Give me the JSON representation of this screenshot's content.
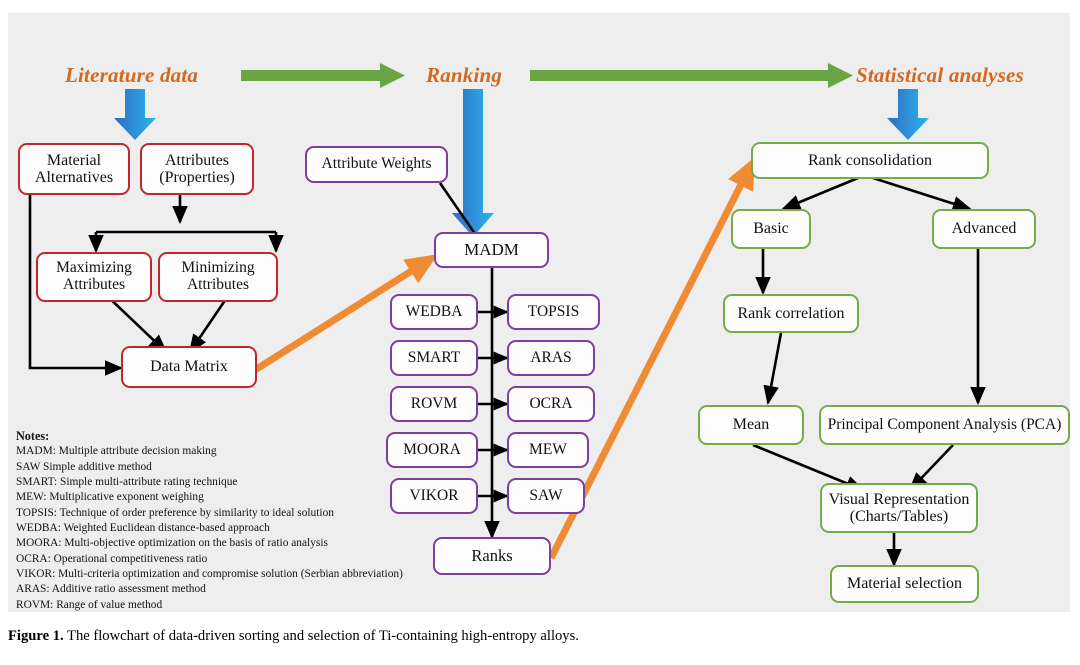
{
  "figure": {
    "caption_label": "Figure 1.",
    "caption_text": " The flowchart of data-driven sorting and selection of Ti-containing high-entropy alloys."
  },
  "colors": {
    "background": "#eeeeee",
    "phase_title": "#d2691e",
    "red_border": "#c0272d",
    "purple_border": "#7b3fa0",
    "green_border": "#76ab49",
    "green_arrow": "#6aa544",
    "blue_arrow": "#2e86d0",
    "orange_arrow": "#ee8b33",
    "black_connector": "#000000"
  },
  "phases": [
    {
      "id": "literature",
      "label": "Literature data"
    },
    {
      "id": "ranking",
      "label": "Ranking"
    },
    {
      "id": "statistical",
      "label": "Statistical analyses"
    }
  ],
  "left_column": {
    "nodes": [
      {
        "id": "material-alternatives",
        "label": "Material\nAlternatives"
      },
      {
        "id": "attributes-properties",
        "label": "Attributes\n(Properties)"
      },
      {
        "id": "maximizing-attributes",
        "label": "Maximizing\nAttributes"
      },
      {
        "id": "minimizing-attributes",
        "label": "Minimizing\nAttributes"
      },
      {
        "id": "data-matrix",
        "label": "Data Matrix"
      }
    ]
  },
  "middle_column": {
    "nodes": [
      {
        "id": "attribute-weights",
        "label": "Attribute Weights"
      },
      {
        "id": "madm",
        "label": "MADM"
      },
      {
        "id": "ranks",
        "label": "Ranks"
      }
    ],
    "method_rows": [
      {
        "left": "WEDBA",
        "right": "TOPSIS"
      },
      {
        "left": "SMART",
        "right": "ARAS"
      },
      {
        "left": "ROVM",
        "right": "OCRA"
      },
      {
        "left": "MOORA",
        "right": "MEW"
      },
      {
        "left": "VIKOR",
        "right": "SAW"
      }
    ]
  },
  "right_column": {
    "nodes": [
      {
        "id": "rank-consolidation",
        "label": "Rank consolidation"
      },
      {
        "id": "basic",
        "label": "Basic"
      },
      {
        "id": "advanced",
        "label": "Advanced"
      },
      {
        "id": "rank-correlation",
        "label": "Rank correlation"
      },
      {
        "id": "mean",
        "label": "Mean"
      },
      {
        "id": "pca",
        "label": "Principal Component Analysis (PCA)"
      },
      {
        "id": "visual-representation",
        "label": "Visual Representation\n(Charts/Tables)"
      },
      {
        "id": "material-selection",
        "label": "Material selection"
      }
    ]
  },
  "notes": {
    "heading": "Notes:",
    "lines": [
      "MADM: Multiple  attribute decision making",
      "SAW Simple  additive  method",
      "SMART: Simple  multi-attribute  rating technique",
      "MEW: Multiplicative   exponent weighing",
      "TOPSIS: Technique of order preference by similarity  to ideal  solution",
      "WEDBA: Weighted Euclidean  distance-based approach",
      "MOORA: Multi-objective  optimization  on the basis of ratio analysis",
      "OCRA: Operational competitiveness ratio",
      "VIKOR: Multi-criteria  optimization  and compromise solution  (Serbian abbreviation)",
      "ARAS: Additive ratio assessment method",
      "ROVM: Range of value method"
    ]
  }
}
